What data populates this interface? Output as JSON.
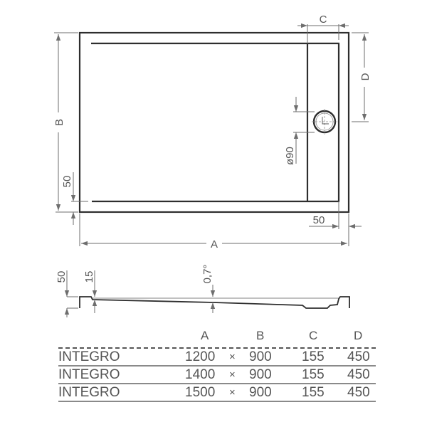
{
  "plan_view": {
    "labels": {
      "A": "A",
      "B": "B",
      "C": "C",
      "D": "D",
      "drain_diameter": "ø90",
      "rim_bottom": "50",
      "rim_right": "50"
    }
  },
  "section_view": {
    "labels": {
      "height": "50",
      "rim": "15",
      "slope": "0,7°"
    }
  },
  "table": {
    "headers": [
      "A",
      "B",
      "C",
      "D"
    ],
    "rows": [
      {
        "model": "INTEGRO",
        "A": "1200",
        "sep": "×",
        "B": "900",
        "C": "155",
        "D": "450"
      },
      {
        "model": "INTEGRO",
        "A": "1400",
        "sep": "×",
        "B": "900",
        "C": "155",
        "D": "450"
      },
      {
        "model": "INTEGRO",
        "A": "1500",
        "sep": "×",
        "B": "900",
        "C": "155",
        "D": "450"
      }
    ]
  },
  "colors": {
    "outline": "#2e2e2e",
    "dimension": "#6e6e6e",
    "text": "#555555"
  }
}
